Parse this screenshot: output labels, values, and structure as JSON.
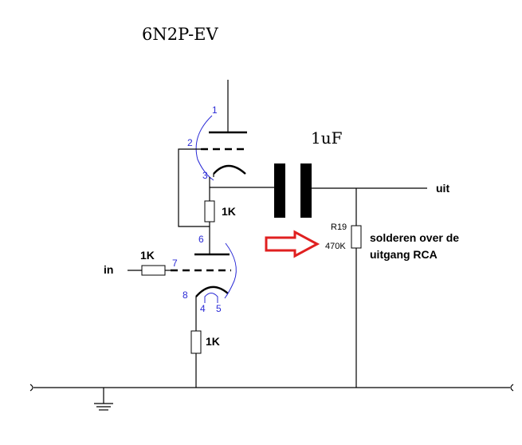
{
  "title": "6N2P-EV",
  "capacitor_label": "1uF",
  "output_label": "uit",
  "input_label": "in",
  "resistors": {
    "upper_plate": "1K",
    "grid": "1K",
    "cathode": "1K",
    "output_ref": "R19",
    "output_value": "470K"
  },
  "pins": [
    "1",
    "2",
    "3",
    "6",
    "7",
    "8",
    "4",
    "5"
  ],
  "note": {
    "line1": "solderen over de",
    "line2": "uitgang RCA"
  },
  "colors": {
    "wire": "#000000",
    "pin_marks": "#2a2ad6",
    "arrow": "#e02020"
  }
}
